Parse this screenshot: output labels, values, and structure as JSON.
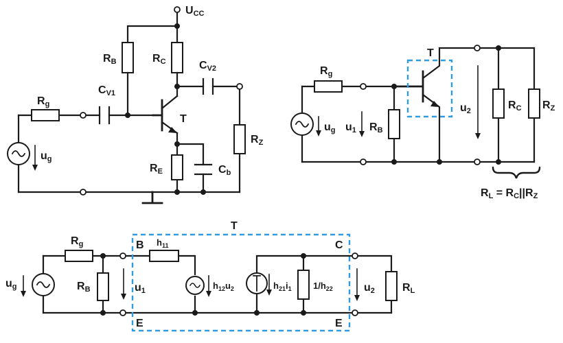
{
  "circuit1": {
    "ucc": {
      "main": "U",
      "sub": "CC"
    },
    "rb": {
      "main": "R",
      "sub": "B"
    },
    "rc": {
      "main": "R",
      "sub": "C"
    },
    "cv1": {
      "main": "C",
      "sub": "V1"
    },
    "cv2": {
      "main": "C",
      "sub": "V2"
    },
    "rg": {
      "main": "R",
      "sub": "g"
    },
    "t": "T",
    "ug": {
      "main": "u",
      "sub": "g"
    },
    "re": {
      "main": "R",
      "sub": "E"
    },
    "cb": {
      "main": "C",
      "sub": "b"
    },
    "rz": {
      "main": "R",
      "sub": "Z"
    }
  },
  "circuit2": {
    "t": "T",
    "rg": {
      "main": "R",
      "sub": "g"
    },
    "ug": {
      "main": "u",
      "sub": "g"
    },
    "u1": {
      "main": "u",
      "sub": "1"
    },
    "rb": {
      "main": "R",
      "sub": "B"
    },
    "u2": {
      "main": "u",
      "sub": "2"
    },
    "rc": {
      "main": "R",
      "sub": "C"
    },
    "rz": {
      "main": "R",
      "sub": "Z"
    },
    "rl_formula": {
      "a": "R",
      "a_sub": "L",
      "eq": " = R",
      "b_sub": "C",
      "par": "||R",
      "c_sub": "Z"
    }
  },
  "circuit3": {
    "t": "T",
    "ug": {
      "main": "u",
      "sub": "g"
    },
    "rg": {
      "main": "R",
      "sub": "g"
    },
    "rb": {
      "main": "R",
      "sub": "B"
    },
    "u1": {
      "main": "u",
      "sub": "1"
    },
    "b": "B",
    "e_left": "E",
    "h11": {
      "main": "h",
      "sub": "11"
    },
    "h12u2": {
      "a": "h",
      "a_sub": "12",
      "b": "u",
      "b_sub": "2"
    },
    "h21i1": {
      "a": "h",
      "a_sub": "21",
      "b": "i",
      "b_sub": "1"
    },
    "h22": {
      "main": "1/h",
      "sub": "22"
    },
    "c": "C",
    "e_right": "E",
    "u2": {
      "main": "u",
      "sub": "2"
    },
    "rl": {
      "main": "R",
      "sub": "L"
    }
  },
  "colors": {
    "wire": "#1a1a1a",
    "dashed_box": "#2f9be0"
  }
}
